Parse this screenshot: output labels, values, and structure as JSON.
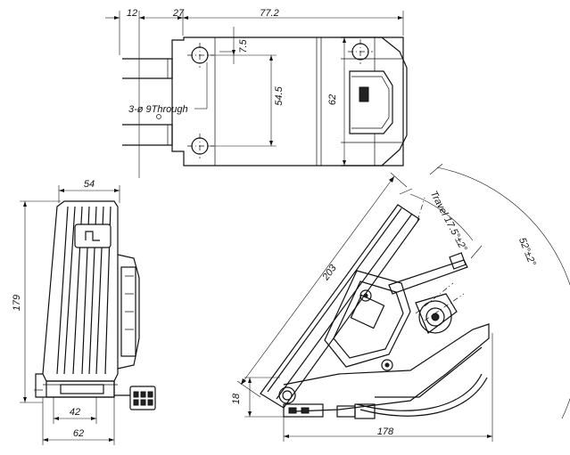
{
  "top_view": {
    "dim_12": "12",
    "dim_27": "27",
    "dim_77_2": "77.2",
    "dim_7_5": "7.5",
    "dim_54_5": "54.5",
    "dim_62": "62",
    "hole_note": "3-ø 9Through"
  },
  "side_view": {
    "dim_54": "54",
    "dim_179": "179",
    "dim_42": "42",
    "dim_62": "62"
  },
  "angled_view": {
    "dim_203": "203",
    "travel": "Travel 17.5°±2°",
    "angle": "52°±2°",
    "dim_18": "18",
    "dim_178": "178"
  }
}
